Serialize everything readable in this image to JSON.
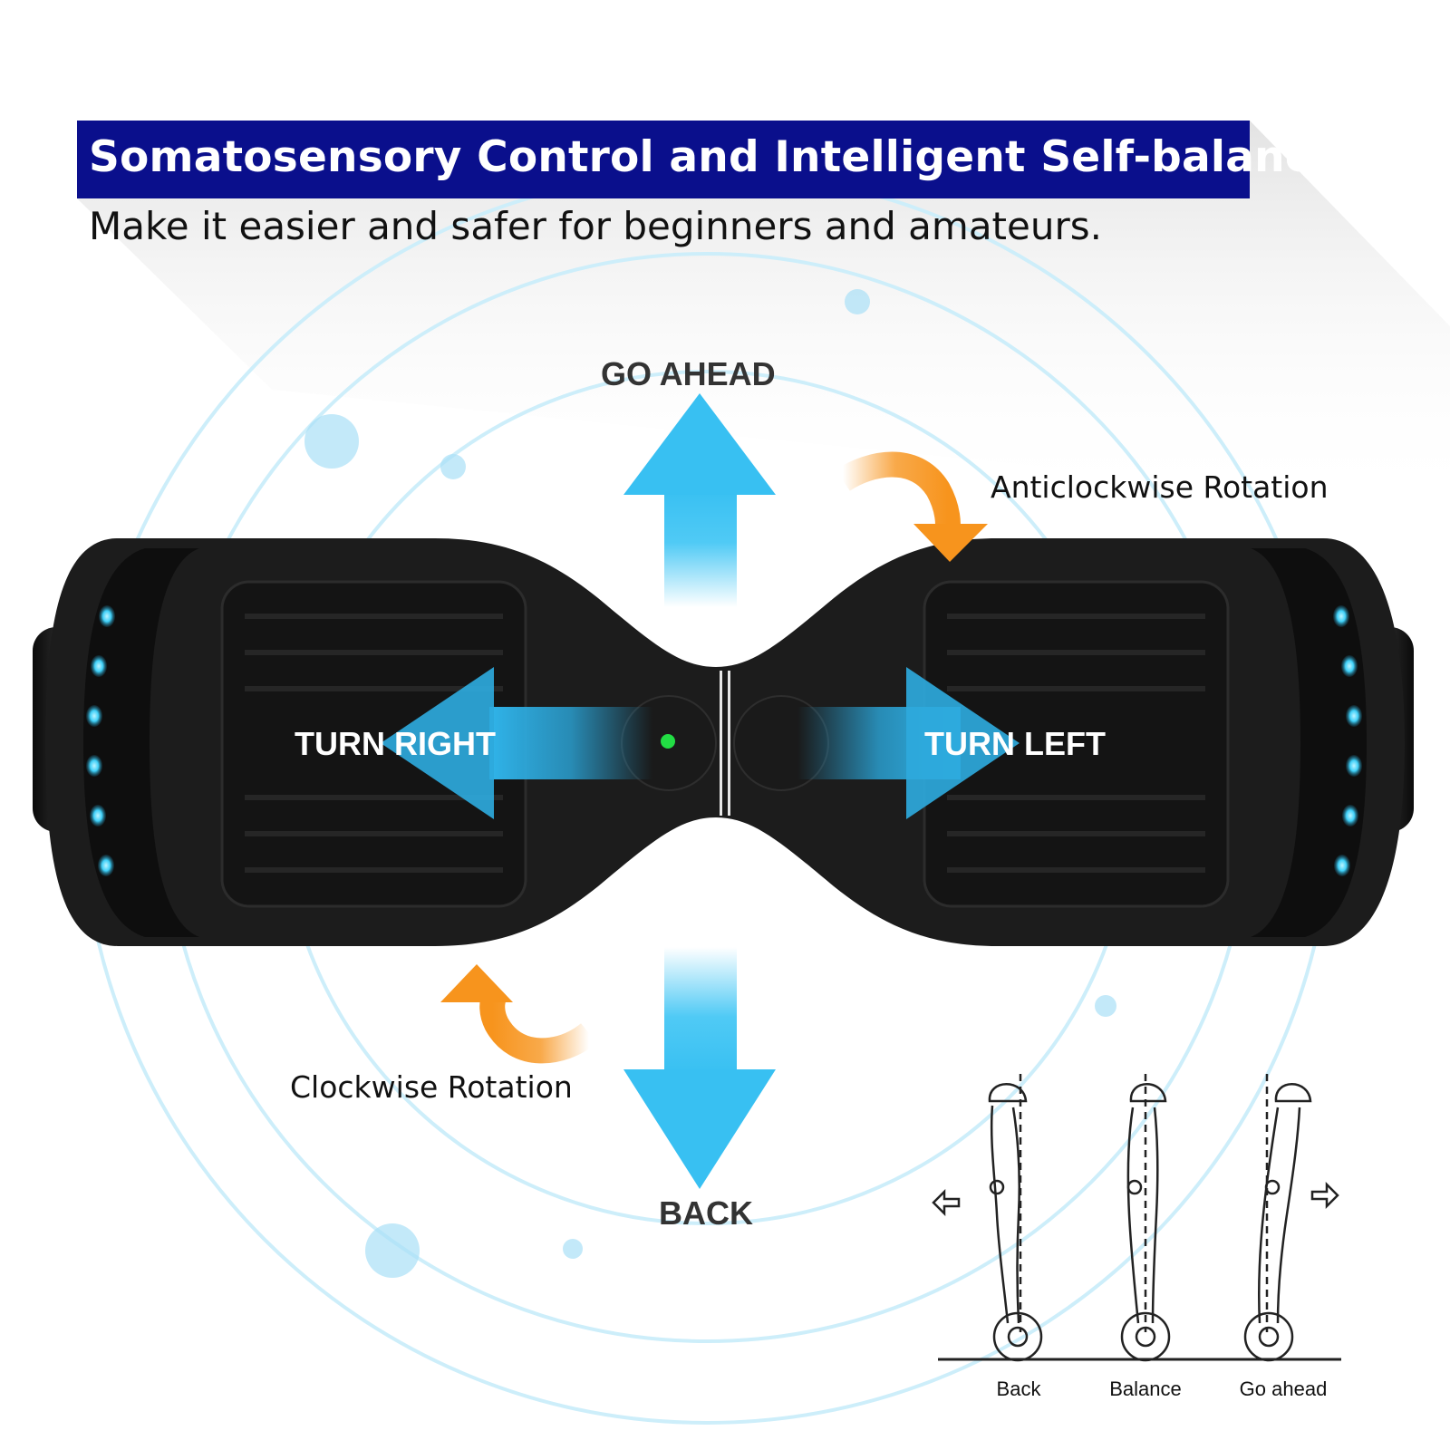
{
  "header": {
    "title": "Somatosensory Control and Intelligent Self-balancing",
    "subtitle": "Make it easier and safer for beginners and amateurs."
  },
  "directions": {
    "forward": "GO AHEAD",
    "backward": "BACK",
    "turn_right": "TURN RIGHT",
    "turn_left": "TURN LEFT",
    "anticlockwise": "Anticlockwise Rotation",
    "clockwise": "Clockwise Rotation"
  },
  "posture": {
    "labels": [
      "Back",
      "Balance",
      "Go ahead"
    ]
  },
  "colors": {
    "title_bg": "#0a0f8c",
    "arrow_blue": "#3cc4f4",
    "arrow_orange": "#f7941d",
    "led": "#4fd6ff",
    "power_led": "#22dd44",
    "board": "#1c1c1c"
  }
}
